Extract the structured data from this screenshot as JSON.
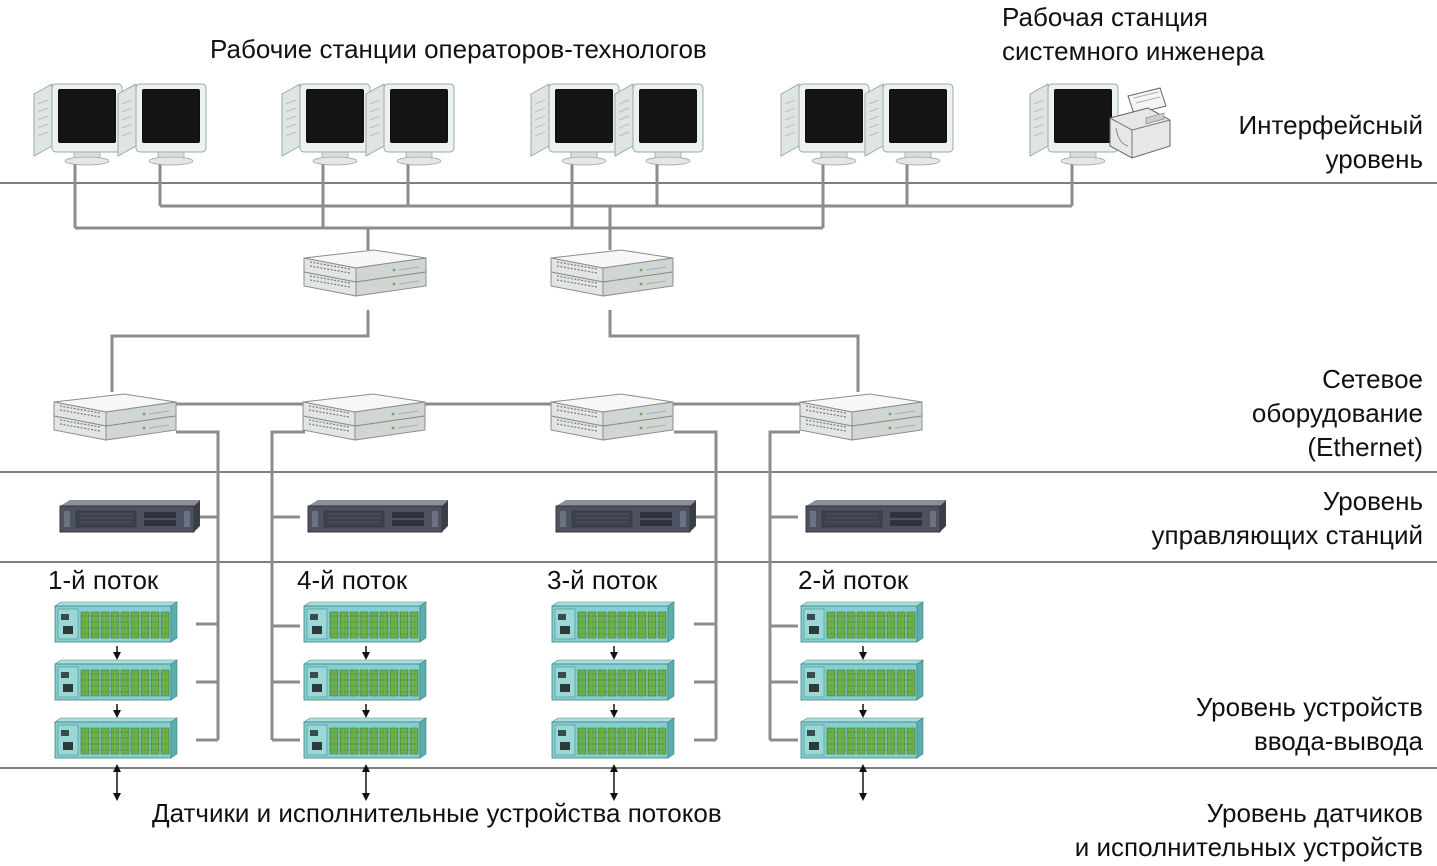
{
  "colors": {
    "wire": "#8c8c8c",
    "separator": "#333333",
    "monitor_body": "#e8ecec",
    "monitor_screen": "#111111",
    "switch_body": "#eceeec",
    "server_body": "#505561",
    "io_module": "#7fcccc",
    "io_terminal": "#6bb04a"
  },
  "icons": {
    "monitor": "crt-monitor-icon",
    "printer": "printer-icon",
    "switch": "network-switch-icon",
    "server": "rack-server-icon",
    "io_rack": "io-module-rack-icon"
  },
  "top": {
    "operators_label": "Рабочие станции операторов-технологов",
    "engineer_label_line1": "Рабочая станция",
    "engineer_label_line2": "системного инженера"
  },
  "levels": {
    "interface_line1": "Интерфейсный",
    "interface_line2": "уровень",
    "network_line1": "Сетевое",
    "network_line2": "оборудование",
    "network_line3": "(Ethernet)",
    "control_line1": "Уровень",
    "control_line2": "управляющих станций",
    "io_line1": "Уровень устройств",
    "io_line2": "ввода-вывода",
    "sensors_line1": "Уровень датчиков",
    "sensors_line2": "и исполнительных устройств"
  },
  "streams": [
    "1-й поток",
    "4-й поток",
    "3-й поток",
    "2-й поток"
  ],
  "bottom_label": "Датчики и исполнительные устройства потоков"
}
